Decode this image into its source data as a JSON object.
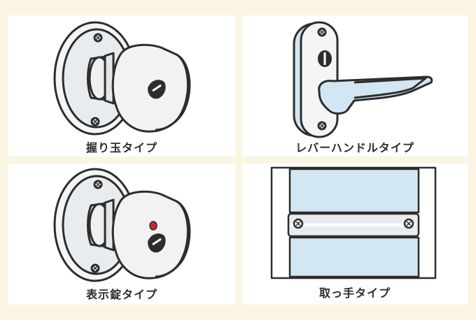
{
  "panels": [
    {
      "label": "握り玉タイプ",
      "icon": "knob-doorknob-icon"
    },
    {
      "label": "レバーハンドルタイプ",
      "icon": "lever-handle-icon"
    },
    {
      "label": "表示錠タイプ",
      "icon": "indicator-lock-knob-icon"
    },
    {
      "label": "取っ手タイプ",
      "icon": "pull-handle-icon"
    }
  ],
  "colors": {
    "background": "#fbf5e3",
    "card": "#ffffff",
    "outline": "#2d2d2d",
    "metal": "#eef0f2",
    "glass": "#d3e6f3",
    "indicator": "#d2222e"
  }
}
